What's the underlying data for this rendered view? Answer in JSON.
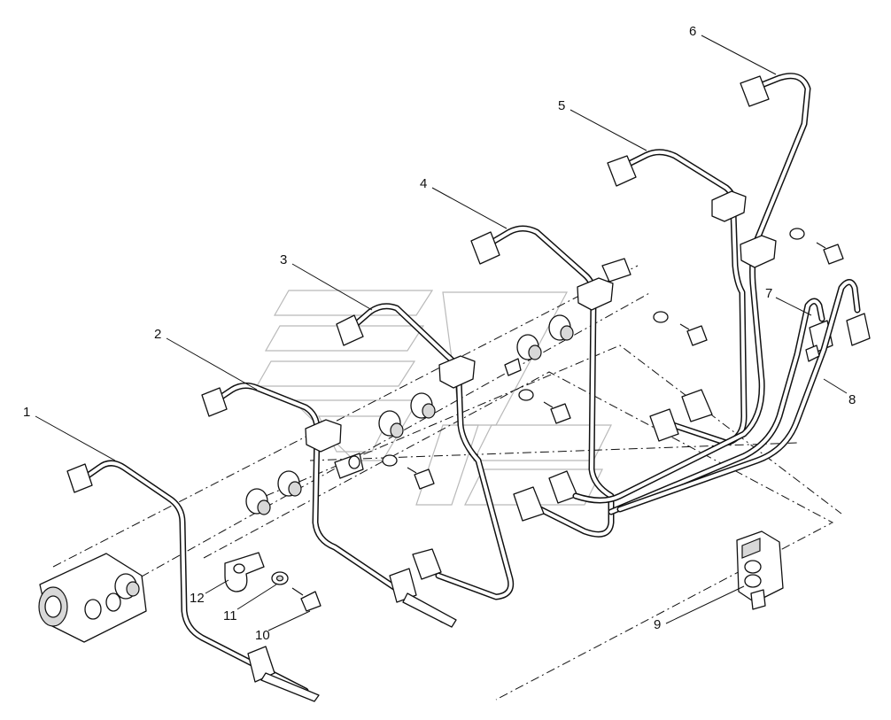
{
  "callouts": [
    {
      "id": "1",
      "text": "1"
    },
    {
      "id": "2",
      "text": "2"
    },
    {
      "id": "3",
      "text": "3"
    },
    {
      "id": "4",
      "text": "4"
    },
    {
      "id": "5",
      "text": "5"
    },
    {
      "id": "6",
      "text": "6"
    },
    {
      "id": "7",
      "text": "7"
    },
    {
      "id": "8",
      "text": "8"
    },
    {
      "id": "9",
      "text": "9"
    },
    {
      "id": "10",
      "text": "10"
    },
    {
      "id": "11",
      "text": "11"
    },
    {
      "id": "12",
      "text": "12"
    }
  ],
  "colors": {
    "line": "#111111",
    "background": "#ffffff",
    "watermark": "#b9b9b9"
  }
}
